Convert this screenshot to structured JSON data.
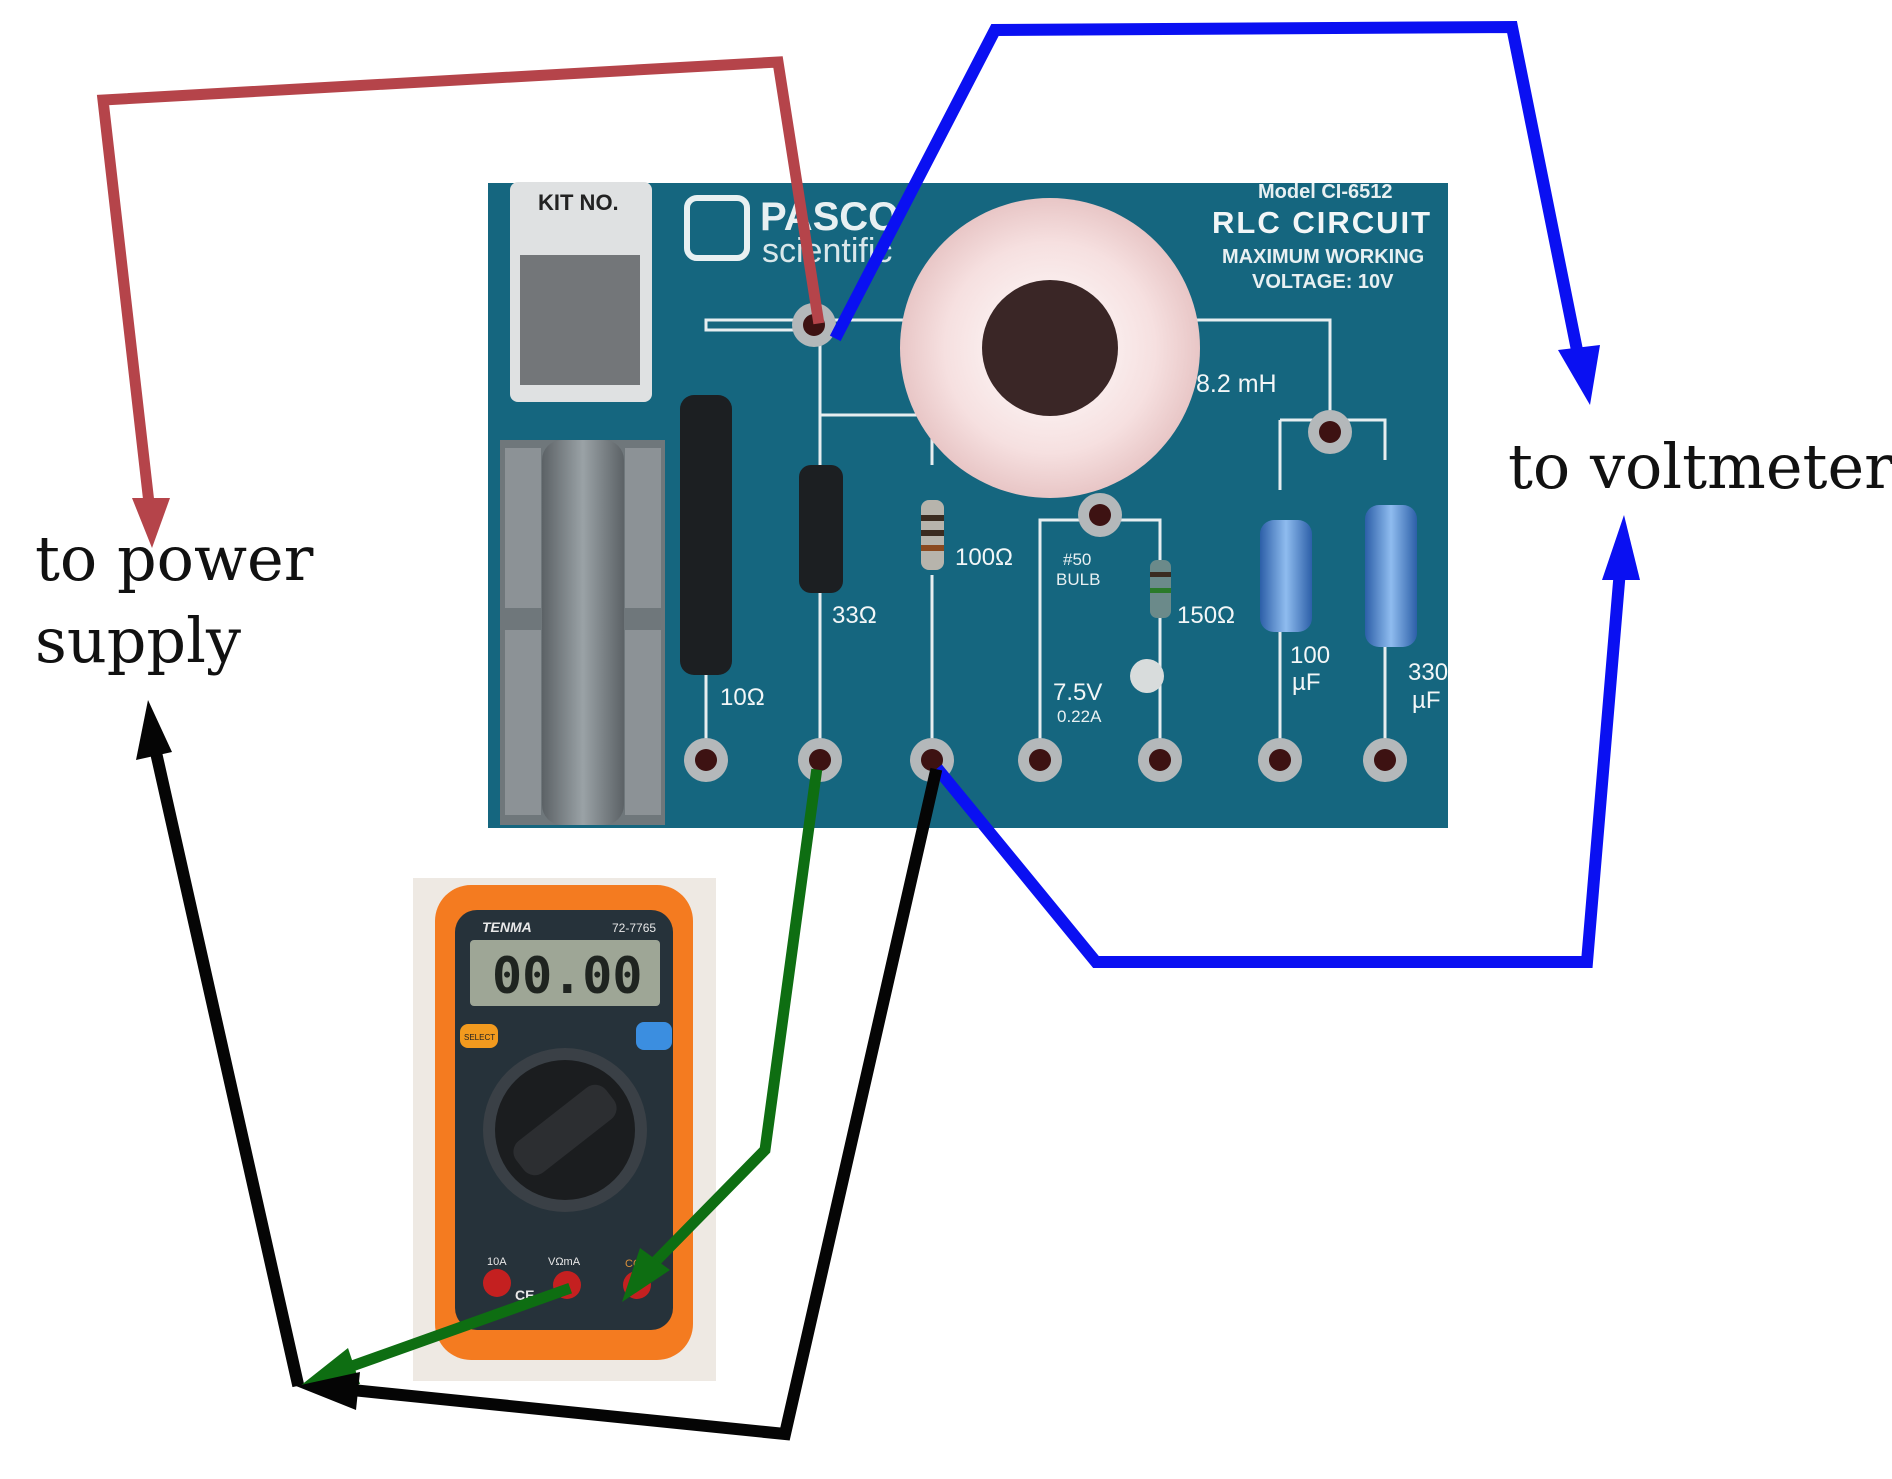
{
  "labels": {
    "power_line1": "to power",
    "power_line2": "supply",
    "voltmeter": "to voltmeter"
  },
  "board": {
    "kit_no": "KIT NO.",
    "brand_line1": "PASCO",
    "brand_line2": "scientific",
    "model": "Model CI-6512",
    "title": "RLC CIRCUIT",
    "max_line1": "MAXIMUM WORKING",
    "max_line2": "VOLTAGE: 10V",
    "inductor": "8.2 mH",
    "r10": "10Ω",
    "r33": "33Ω",
    "r100": "100Ω",
    "bulb_line1": "#50",
    "bulb_line2": "BULB",
    "bulb_v": "7.5V",
    "bulb_a": "0.22A",
    "r150": "150Ω",
    "c100_line1": "100",
    "c100_line2": "µF",
    "c330_line1": "330",
    "c330_line2": "µF"
  },
  "multimeter": {
    "brand": "TENMA",
    "model": "72-7765",
    "display": "00.00",
    "select": "SELECT",
    "jack_10a": "10A",
    "jack_v": "VΩmA",
    "jack_com": "COM",
    "ce": "CE"
  },
  "colors": {
    "wire_red": "#b5444a",
    "wire_blue": "#0a10f2",
    "wire_green": "#0e6e12",
    "wire_black": "#050505",
    "board_teal": "#15667f",
    "meter_orange": "#f47b20"
  }
}
